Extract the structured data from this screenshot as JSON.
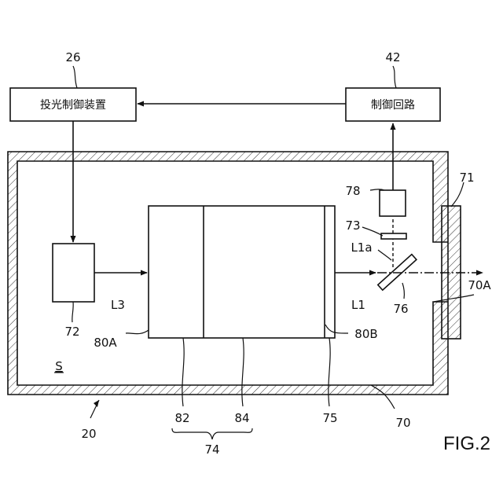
{
  "boxes": {
    "light_controller": "投光制御装置",
    "control_circuit": "制御回路"
  },
  "refs": {
    "ref_26": "26",
    "ref_42": "42",
    "ref_71": "71",
    "ref_78": "78",
    "ref_73": "73",
    "ref_L1a": "L1a",
    "ref_70A": "70A",
    "ref_76": "76",
    "ref_72": "72",
    "ref_L3": "L3",
    "ref_L1": "L1",
    "ref_80A": "80A",
    "ref_80B": "80B",
    "ref_S": "S",
    "ref_82": "82",
    "ref_84": "84",
    "ref_75": "75",
    "ref_74": "74",
    "ref_70": "70",
    "ref_20": "20"
  },
  "figure_label": "FIG.2"
}
